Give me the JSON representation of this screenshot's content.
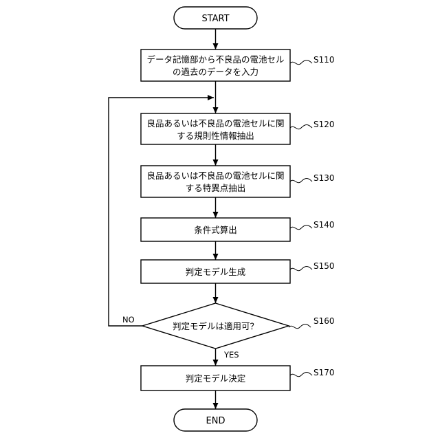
{
  "start": "START",
  "end": "END",
  "steps": [
    {
      "id": "S110",
      "lines": [
        "データ記憶部から不良品の電池セル",
        "の過去のデータを入力"
      ]
    },
    {
      "id": "S120",
      "lines": [
        "良品あるいは不良品の電池セルに関",
        "する規則性情報抽出"
      ]
    },
    {
      "id": "S130",
      "lines": [
        "良品あるいは不良品の電池セルに関",
        "する特異点抽出"
      ]
    },
    {
      "id": "S140",
      "lines": [
        "条件式算出"
      ]
    },
    {
      "id": "S150",
      "lines": [
        "判定モデル生成"
      ]
    }
  ],
  "decision": {
    "id": "S160",
    "text": "判定モデルは適用可？",
    "no": "NO",
    "yes": "YES"
  },
  "final": {
    "id": "S170",
    "text": "判定モデル決定"
  }
}
